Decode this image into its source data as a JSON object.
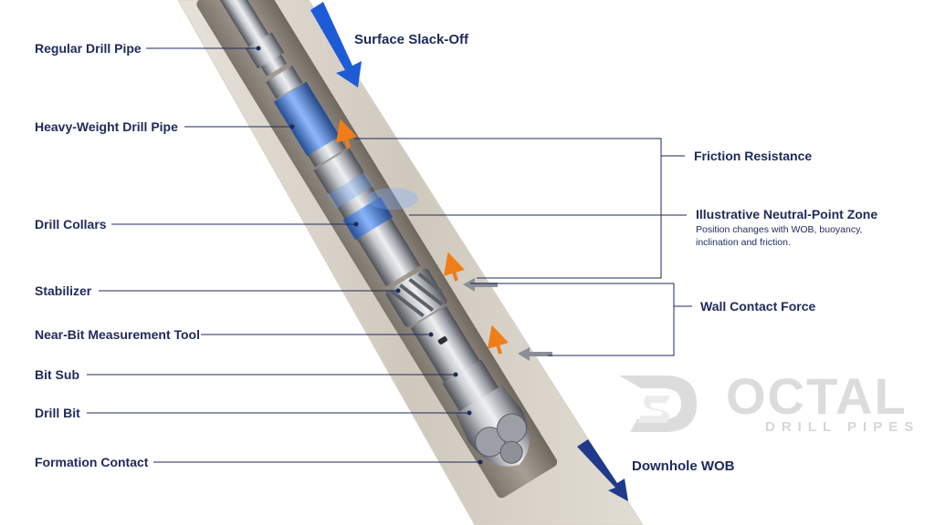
{
  "labels_left": {
    "regular_drill_pipe": "Regular Drill Pipe",
    "heavy_weight_drill_pipe": "Heavy-Weight Drill Pipe",
    "drill_collars": "Drill Collars",
    "stabilizer": "Stabilizer",
    "near_bit_measurement_tool": "Near-Bit Measurement Tool",
    "bit_sub": "Bit Sub",
    "drill_bit": "Drill Bit",
    "formation_contact": "Formation Contact"
  },
  "labels_right": {
    "friction_resistance": "Friction Resistance",
    "neutral_point_zone": "Illustrative Neutral-Point Zone",
    "neutral_point_note": "Position changes with WOB, buoyancy, inclination and friction.",
    "wall_contact_force": "Wall Contact Force"
  },
  "arrows": {
    "surface_slack_off": "Surface Slack-Off",
    "downhole_wob": "Downhole WOB"
  },
  "logo": {
    "mark": "DS",
    "name": "OCTAL",
    "tagline": "DRILL PIPES"
  },
  "colors": {
    "navy": "#1d2a5c",
    "arrow_blue": "#1e5bd6",
    "arrow_navy": "#1f3a8a",
    "force_orange": "#ef7d1a",
    "rock": "#cfc8bd",
    "steel": "#8a8f96",
    "highlight_blue": "#4a86e8"
  }
}
